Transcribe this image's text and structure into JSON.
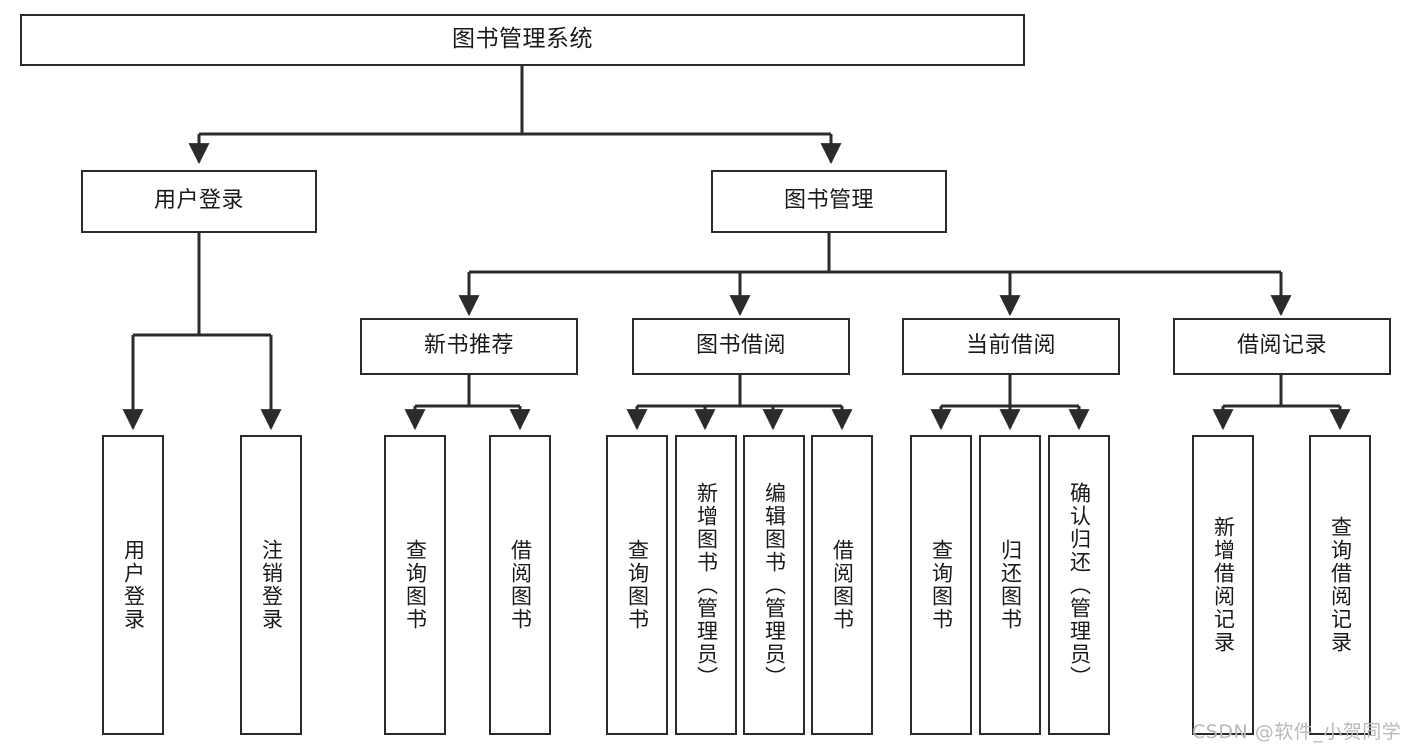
{
  "diagram": {
    "title": "图书管理系统",
    "type": "tree",
    "orientation": "top-down",
    "colors": {
      "box_border": "#2b2b2b",
      "box_fill": "#ffffff",
      "edge": "#2b2b2b",
      "text": "#1a1a1a",
      "watermark": "#b9b9b9",
      "canvas": "#ffffff"
    },
    "watermark": "CSDN @软件_小贺同学"
  },
  "nodes": {
    "root": {
      "label": "图书管理系统",
      "level": 1
    },
    "level2": [
      {
        "id": "user-login",
        "label": "用户登录"
      },
      {
        "id": "book-management",
        "label": "图书管理"
      }
    ],
    "level3": [
      {
        "id": "new-book-recommend",
        "label": "新书推荐",
        "parent": "book-management"
      },
      {
        "id": "book-borrow",
        "label": "图书借阅",
        "parent": "book-management"
      },
      {
        "id": "current-borrow",
        "label": "当前借阅",
        "parent": "book-management"
      },
      {
        "id": "borrow-record",
        "label": "借阅记录",
        "parent": "book-management"
      }
    ],
    "leaves": {
      "user-login": [
        {
          "id": "leaf-user-login",
          "label": "用户登录"
        },
        {
          "id": "leaf-user-logout",
          "label": "注销登录"
        }
      ],
      "new-book-recommend": [
        {
          "id": "leaf-query-book-1",
          "label": "查询图书"
        },
        {
          "id": "leaf-borrow-book-1",
          "label": "借阅图书"
        }
      ],
      "book-borrow": [
        {
          "id": "leaf-query-book-2",
          "label": "查询图书"
        },
        {
          "id": "leaf-add-book",
          "label": "新增图书（管理员）"
        },
        {
          "id": "leaf-edit-book",
          "label": "编辑图书（管理员）"
        },
        {
          "id": "leaf-borrow-book-2",
          "label": "借阅图书"
        }
      ],
      "current-borrow": [
        {
          "id": "leaf-query-book-3",
          "label": "查询图书"
        },
        {
          "id": "leaf-return-book",
          "label": "归还图书"
        },
        {
          "id": "leaf-confirm-return",
          "label": "确认归还（管理员）"
        }
      ],
      "borrow-record": [
        {
          "id": "leaf-add-record",
          "label": "新增借阅记录"
        },
        {
          "id": "leaf-query-record",
          "label": "查询借阅记录"
        }
      ]
    }
  }
}
